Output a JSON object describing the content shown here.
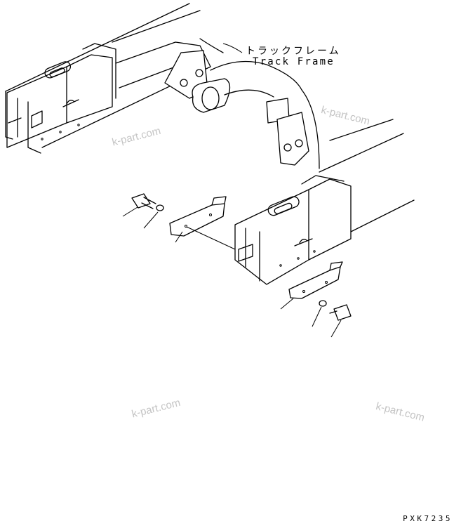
{
  "labels": {
    "track_frame_jp": "トラックフレーム",
    "track_frame_en": "Track Frame",
    "drawing_code": "PXK7235"
  },
  "watermarks": [
    "k-part.com",
    "k-part.com",
    "k-part.com",
    "k-part.com"
  ],
  "colors": {
    "line": "#000000",
    "watermark": "#c4c4c4",
    "background": "#ffffff"
  }
}
